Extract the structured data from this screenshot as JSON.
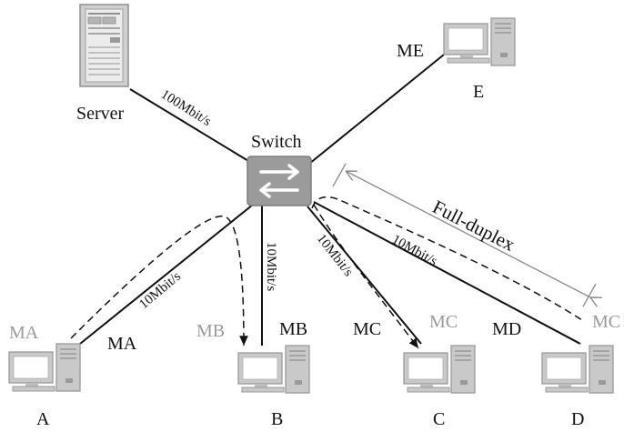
{
  "nodes": {
    "server": {
      "label": "Server"
    },
    "switch": {
      "label": "Switch"
    },
    "e": {
      "label": "E",
      "mac": "ME"
    },
    "a": {
      "label": "A",
      "mac": "MA",
      "mac_gray": "MA"
    },
    "b": {
      "label": "B",
      "mac": "MB",
      "mac_gray": "MB"
    },
    "c": {
      "label": "C",
      "mac": "MC",
      "mac_gray": "MC"
    },
    "d": {
      "label": "D",
      "mac": "MD",
      "mac_gray": "MC"
    }
  },
  "links": {
    "server": {
      "speed": "100Mbit/s"
    },
    "a": {
      "speed": "10Mbit/s"
    },
    "b": {
      "speed": "10Mbit/s"
    },
    "c": {
      "speed": "10Mbit/s"
    },
    "d": {
      "speed": "10Mbit/s"
    }
  },
  "annotation": {
    "duplex": "Full-duplex"
  },
  "colors": {
    "line": "#111111",
    "gray_text": "#9a9a9a",
    "switch_body": "#9b9b9b",
    "pc_body": "#c9c9c9",
    "pc_screen": "#ffffff"
  }
}
